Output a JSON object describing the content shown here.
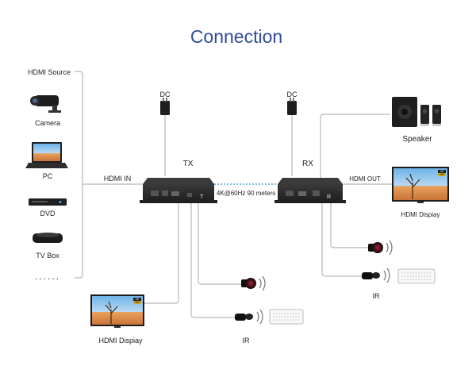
{
  "title": "Connection",
  "source_group": {
    "heading": "HDMI Source",
    "devices": [
      {
        "label": "Camera",
        "icon": "camera-icon"
      },
      {
        "label": "PC",
        "icon": "laptop-icon"
      },
      {
        "label": "DVD",
        "icon": "dvd-player-icon"
      },
      {
        "label": "TV Box",
        "icon": "tv-box-icon"
      }
    ],
    "more": "......"
  },
  "tx": {
    "label": "TX",
    "dc_label": "DC",
    "input_label": "HDMI IN",
    "local_display_label": "HDMI Dispiay",
    "ir_label": "IR"
  },
  "link_label": "4K@60Hz 90 meters",
  "rx": {
    "label": "RX",
    "dc_label": "DC",
    "output_label": "HDMI OUT",
    "display_label": "HDMI Dispiay",
    "speaker_label": "Speaker",
    "ir_label": "IR"
  },
  "badges": {
    "k4": "4K",
    "hdr": "HDR"
  },
  "colors": {
    "title": "#2e4d9a",
    "link": "#4fa3d6",
    "device": "#2a2a2a",
    "wire": "#b8b8b8"
  }
}
